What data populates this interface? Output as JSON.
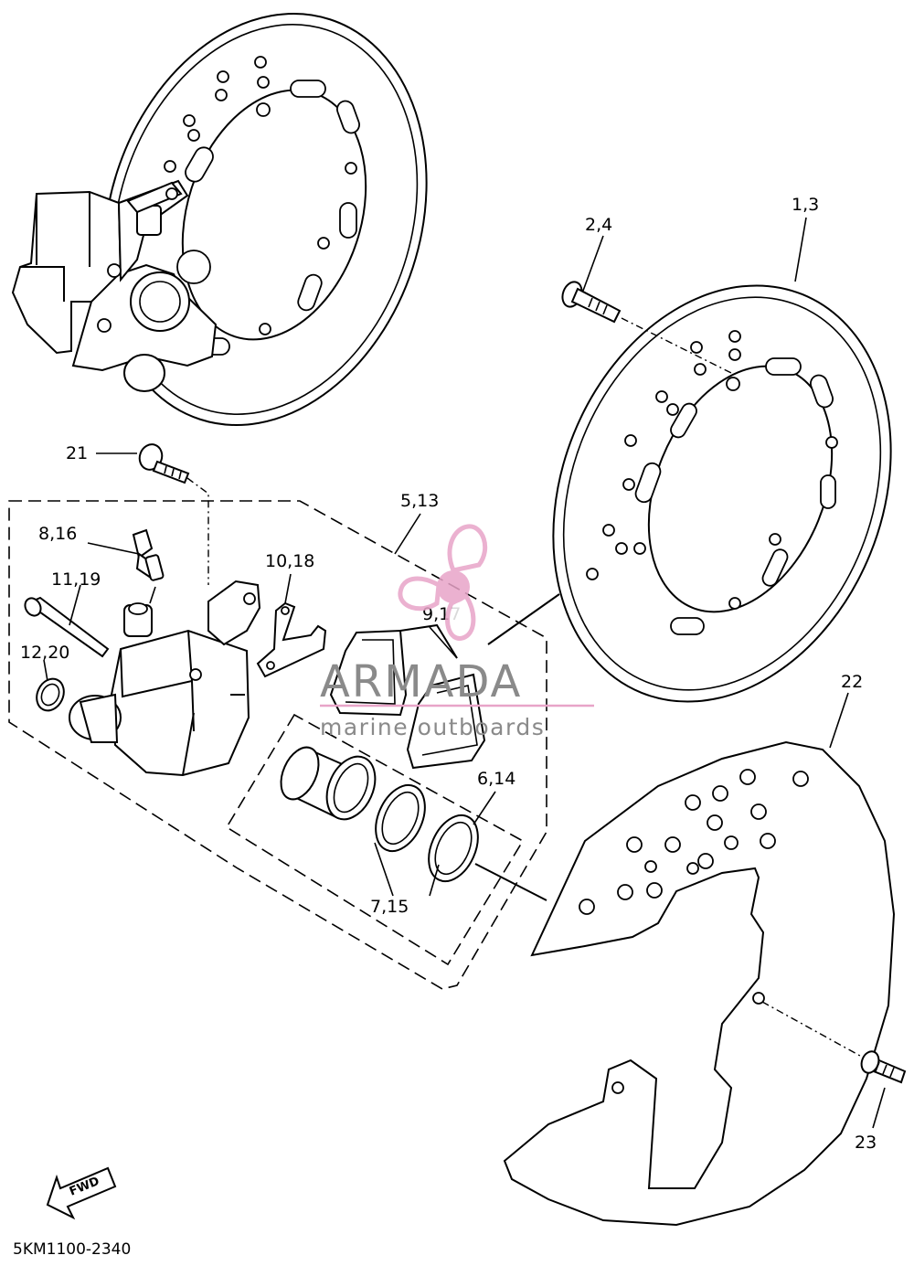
{
  "diagram": {
    "callouts": [
      {
        "id": "c1",
        "label": "1,3"
      },
      {
        "id": "c2",
        "label": "2,4"
      },
      {
        "id": "c5",
        "label": "5,13"
      },
      {
        "id": "c6",
        "label": "6,14"
      },
      {
        "id": "c7",
        "label": "7,15"
      },
      {
        "id": "c8",
        "label": "8,16"
      },
      {
        "id": "c9",
        "label": "9,17"
      },
      {
        "id": "c10",
        "label": "10,18"
      },
      {
        "id": "c11",
        "label": "11,19"
      },
      {
        "id": "c12",
        "label": "12,20"
      },
      {
        "id": "c21",
        "label": "21"
      },
      {
        "id": "c22",
        "label": "22"
      },
      {
        "id": "c23",
        "label": "23"
      }
    ],
    "fwd_label": "FWD",
    "drawing_code": "5KM1100-2340"
  },
  "watermark": {
    "brand": "ARMADA",
    "tagline": "marine outboards",
    "color": "#e8a4c8"
  }
}
